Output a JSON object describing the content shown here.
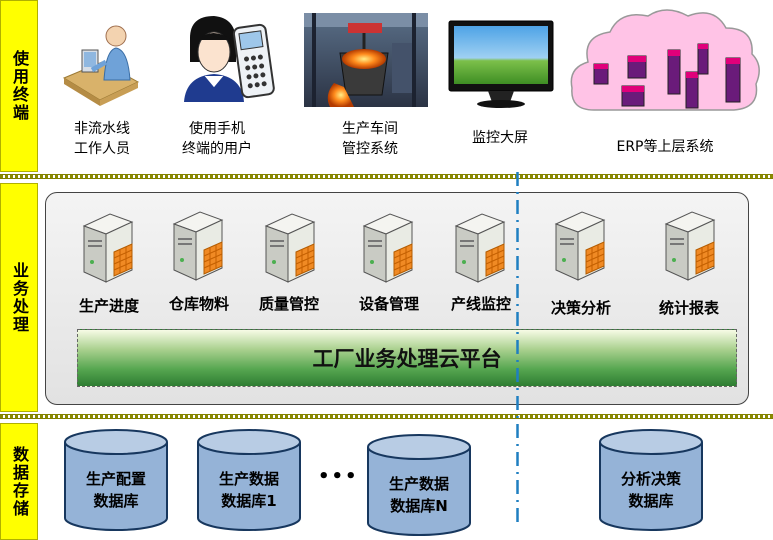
{
  "layers": {
    "terminal": "使用终端",
    "business": "业务处理",
    "storage": "数据存储"
  },
  "terminals": [
    {
      "icon": "office-worker-icon",
      "caption": "非流水线\n工作人员"
    },
    {
      "icon": "mobile-user-icon",
      "caption": "使用手机\n终端的用户"
    },
    {
      "icon": "factory-photo-icon",
      "caption": "生产车间\n管控系统"
    },
    {
      "icon": "monitor-icon",
      "caption": "监控大屏"
    },
    {
      "icon": "erp-cloud-icon",
      "caption": "ERP等上层系统"
    }
  ],
  "services": [
    "生产进度",
    "仓库物料",
    "质量管控",
    "设备管理",
    "产线监控",
    "决策分析",
    "统计报表"
  ],
  "platform": "工厂业务处理云平台",
  "databases": [
    "生产配置\n数据库",
    "生产数据\n数据库1",
    "生产数据\n数据库N",
    "分析决策\n数据库"
  ],
  "ellipsis": "•••",
  "colors": {
    "layer_label_bg": "#ffff00",
    "divider_line": "#1f7fc1",
    "cylinder": "#95b3d7",
    "platform_green": "#56a650"
  }
}
